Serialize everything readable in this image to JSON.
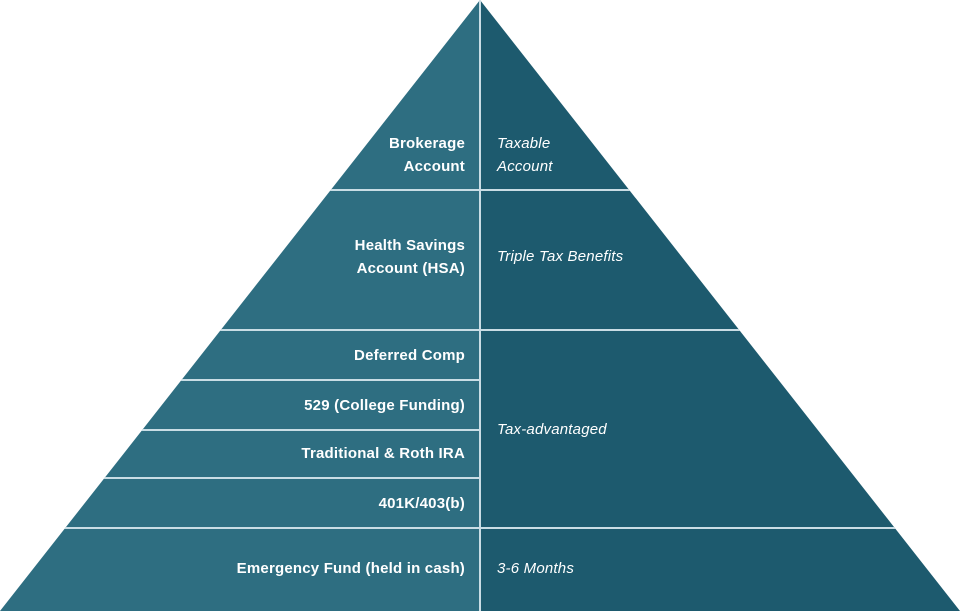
{
  "colors": {
    "left_half": "#2E6E81",
    "right_half": "#1D5A6E",
    "divider": "#C9DDE5",
    "text": "#FFFFFF",
    "background": "#FFFFFF"
  },
  "pyramid": {
    "layers": [
      {
        "label": "Brokerage\nAccount",
        "annotation": "Taxable\nAccount"
      },
      {
        "label": "Health Savings\nAccount (HSA)",
        "annotation": "Triple Tax Benefits"
      },
      {
        "label": "Deferred Comp",
        "annotation": ""
      },
      {
        "label": "529 (College Funding)",
        "annotation": ""
      },
      {
        "label": "Traditional & Roth IRA",
        "annotation": ""
      },
      {
        "label": "401K/403(b)",
        "annotation": ""
      },
      {
        "label": "Emergency Fund (held in cash)",
        "annotation": "3-6 Months"
      }
    ],
    "group_annotation": "Tax-advantaged"
  }
}
